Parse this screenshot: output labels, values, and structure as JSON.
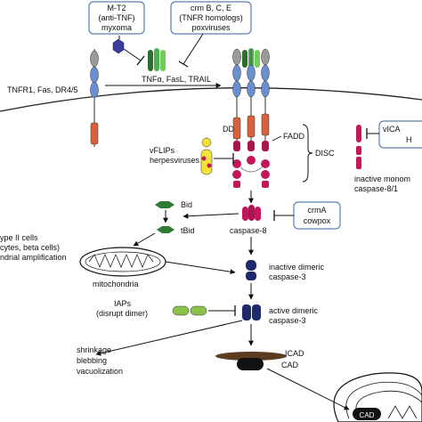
{
  "boxes": {
    "m_t2": [
      "M-T2",
      "(anti-TNF)",
      "myxoma"
    ],
    "crm": [
      "crm B, C, E",
      "(TNFR homologs)",
      "poxviruses"
    ],
    "crma": [
      "crmA",
      "cowpox"
    ],
    "vica": [
      "vICA",
      "H"
    ]
  },
  "labels": {
    "receptors": "TNFR1, Fas, DR4/5",
    "ligands": "TNFα, FasL, TRAIL",
    "dd": "DD",
    "fadd": "FADD",
    "disc": "DISC",
    "vflips": [
      "vFLIPs",
      "herpesviruses"
    ],
    "inactive_monomer": [
      "inactive monom",
      "caspase-8/1"
    ],
    "bid": "Bid",
    "tbid": "tBid",
    "caspase8": "caspase-8",
    "type2": [
      "ype II cells",
      "cytes, beta cells)",
      "ndrial amplification"
    ],
    "mitochondria": "mitochondria",
    "inactive_dimeric": [
      "inactive dimeric",
      "caspase-3"
    ],
    "iaps": [
      "IAPs",
      "(disrupt dimer)"
    ],
    "active_dimeric": [
      "active dimeric",
      "caspase-3"
    ],
    "outcomes": [
      "shrinkage",
      "blebbing",
      "vacuolization"
    ],
    "icad": "ICAD",
    "cad": "CAD",
    "cad_nucleus": "CAD"
  },
  "colors": {
    "box_border": "#5b7fb5",
    "receptor_blue": "#6a8fd0",
    "receptor_gray": "#9a9a9a",
    "receptor_orange": "#d9623b",
    "ligand_green": "#4caf50",
    "ligand_dark_green": "#2e6e2e",
    "m_t2_purple": "#3b3b9e",
    "fadd_maroon": "#a8164e",
    "caspase_magenta": "#c2185b",
    "vflip_yellow": "#f2e23a",
    "caspase3_navy": "#1f2a6b",
    "iap_green": "#8bc34a",
    "bid_green": "#2e7d32"
  }
}
